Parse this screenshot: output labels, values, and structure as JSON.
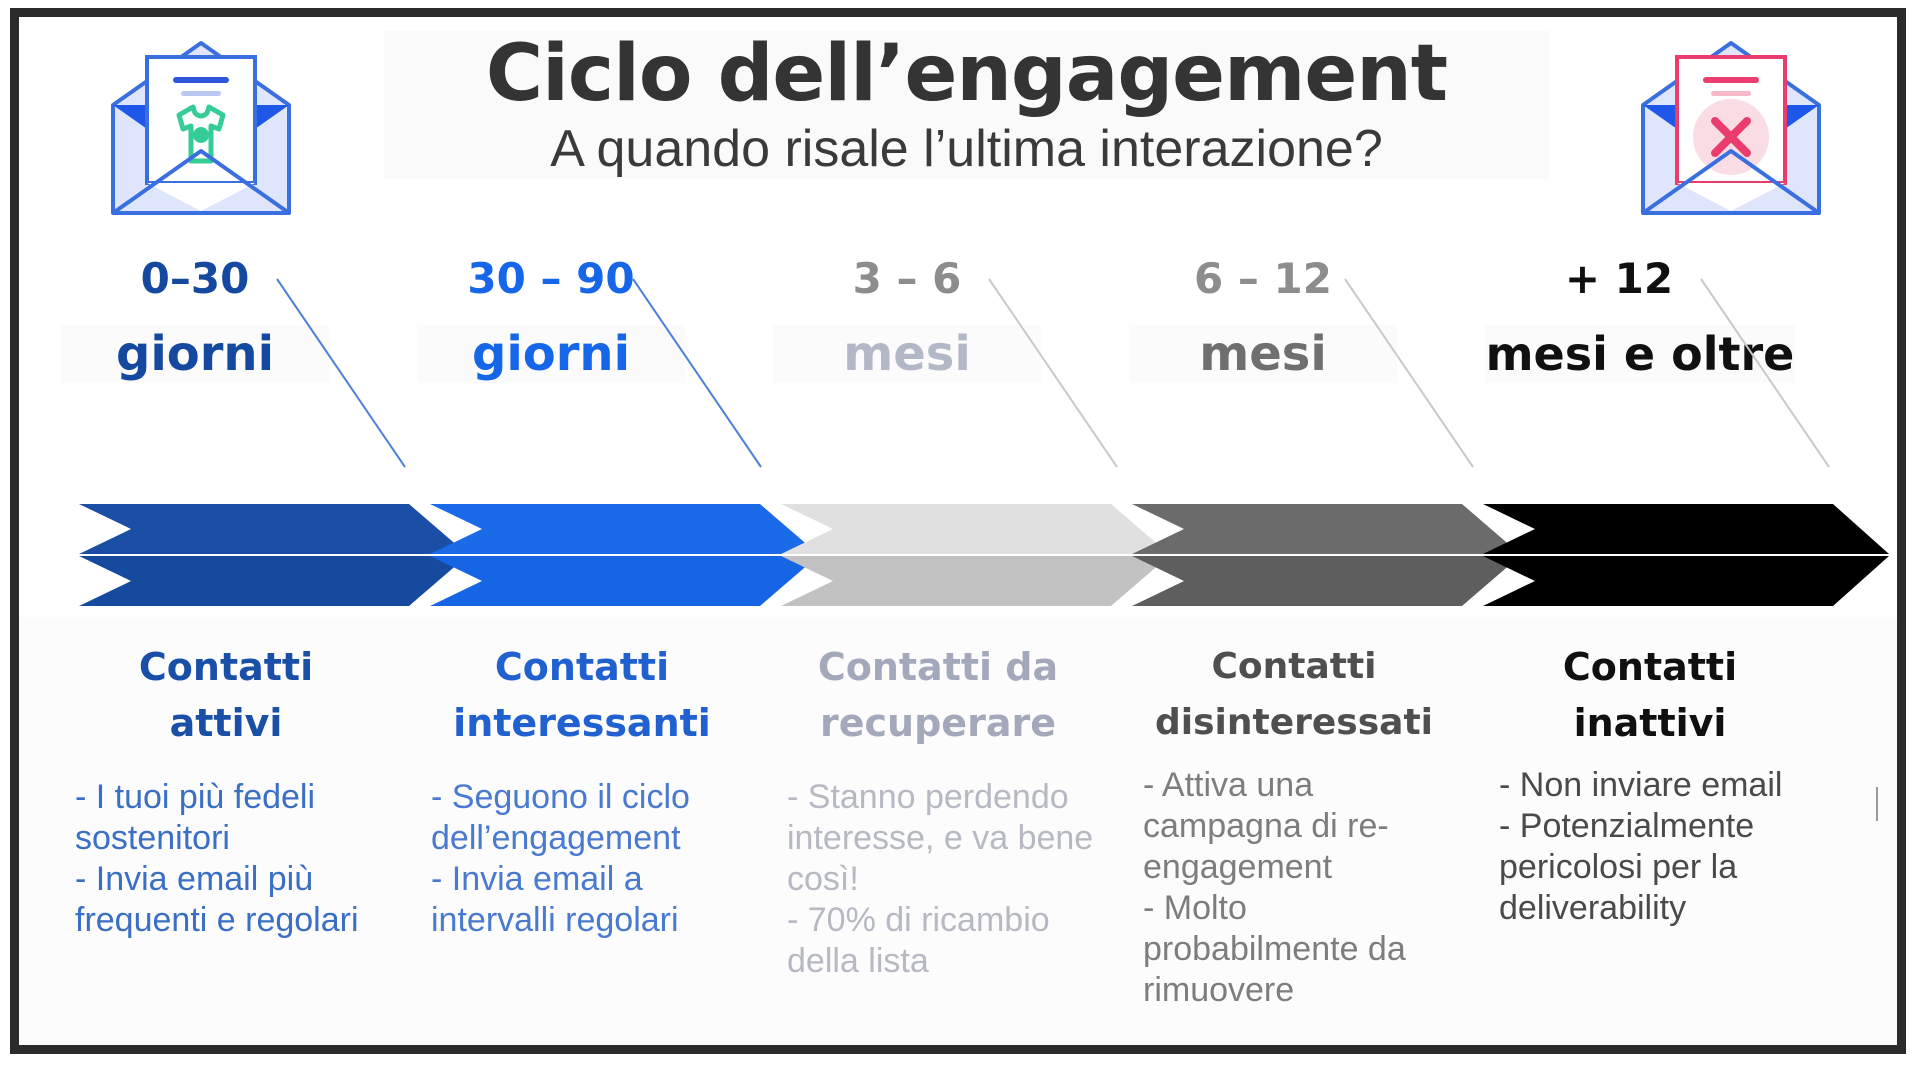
{
  "header": {
    "title": "Ciclo dell’engagement",
    "subtitle": "A quando risale l’ultima interazione?",
    "left_icon": "open-envelope-tshirt-icon",
    "right_icon": "open-envelope-error-icon"
  },
  "colors": {
    "stage_1": "#1549a0",
    "stage_2": "#1566e8",
    "stage_3": "#a8adbd",
    "stage_4": "#5e5e5e",
    "stage_5": "#000000",
    "title": "#343434",
    "body_blue": "#3a6fc4",
    "frame": "#2b2b2b"
  },
  "stages": [
    {
      "range": "0–30",
      "unit": "giorni",
      "heading": "Contatti\nattivi",
      "body": "- I tuoi più fedeli sostenitori\n- Invia email più frequenti e regolari",
      "range_color": "#1549a0",
      "unit_color": "#1549a0",
      "heading_color": "#1a4fa8",
      "body_color": "#3a6fc4",
      "arrow_top": "#1b4fa6",
      "arrow_bottom": "#164a9e"
    },
    {
      "range": "30 – 90",
      "unit": "giorni",
      "heading": "Contatti\ninteressanti",
      "body": "- Seguono il ciclo dell’engagement\n- Invia email a intervalli regolari",
      "range_color": "#1566e8",
      "unit_color": "#1566e8",
      "heading_color": "#2060cf",
      "body_color": "#4a7ad0",
      "arrow_top": "#1b6ae8",
      "arrow_bottom": "#1565e4"
    },
    {
      "range": "3 – 6",
      "unit": "mesi",
      "heading": "Contatti da\nrecuperare",
      "body": "- Stanno perdendo interesse, e va bene così!\n- 70% di ricambio della lista",
      "range_color": "#8d8d8d",
      "unit_color": "#b3b8c6",
      "heading_color": "#a3a9ba",
      "body_color": "#b6b9c2",
      "arrow_top": "#e0e0e0",
      "arrow_bottom": "#c2c2c2"
    },
    {
      "range": "6 – 12",
      "unit": "mesi",
      "heading": "Contatti\ndisinteressati",
      "body": "- Attiva una campagna di re-engagement\n- Molto probabilmente da rimuovere",
      "range_color": "#8d8d8d",
      "unit_color": "#6f6f6f",
      "heading_color": "#4f4f4f",
      "body_color": "#7d7d7d",
      "arrow_top": "#6b6b6b",
      "arrow_bottom": "#5e5e5e"
    },
    {
      "range": "+ 12",
      "unit": "mesi e oltre",
      "heading": "Contatti\ninattivi",
      "body": "- Non inviare email\n- Potenzialmente pericolosi per la deliverability",
      "range_color": "#101010",
      "unit_color": "#101010",
      "heading_color": "#101010",
      "body_color": "#4a4a4a",
      "arrow_top": "#000000",
      "arrow_bottom": "#000000"
    }
  ]
}
